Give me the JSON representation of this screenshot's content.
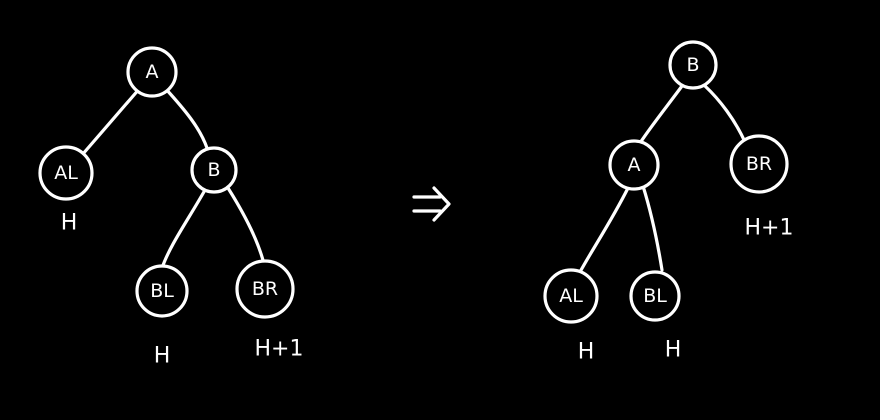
{
  "colors": {
    "background": "#000000",
    "ink": "#ffffff"
  },
  "before_tree": {
    "nodes": {
      "a": "A",
      "al": "AL",
      "b": "B",
      "bl": "BL",
      "br": "BR"
    },
    "heights": {
      "al": "H",
      "bl": "H",
      "br": "H+1"
    }
  },
  "transition_arrow": "=>",
  "after_tree": {
    "nodes": {
      "b": "B",
      "a": "A",
      "br": "BR",
      "al": "AL",
      "bl": "BL"
    },
    "heights": {
      "br": "H+1",
      "al": "H",
      "bl": "H"
    }
  }
}
